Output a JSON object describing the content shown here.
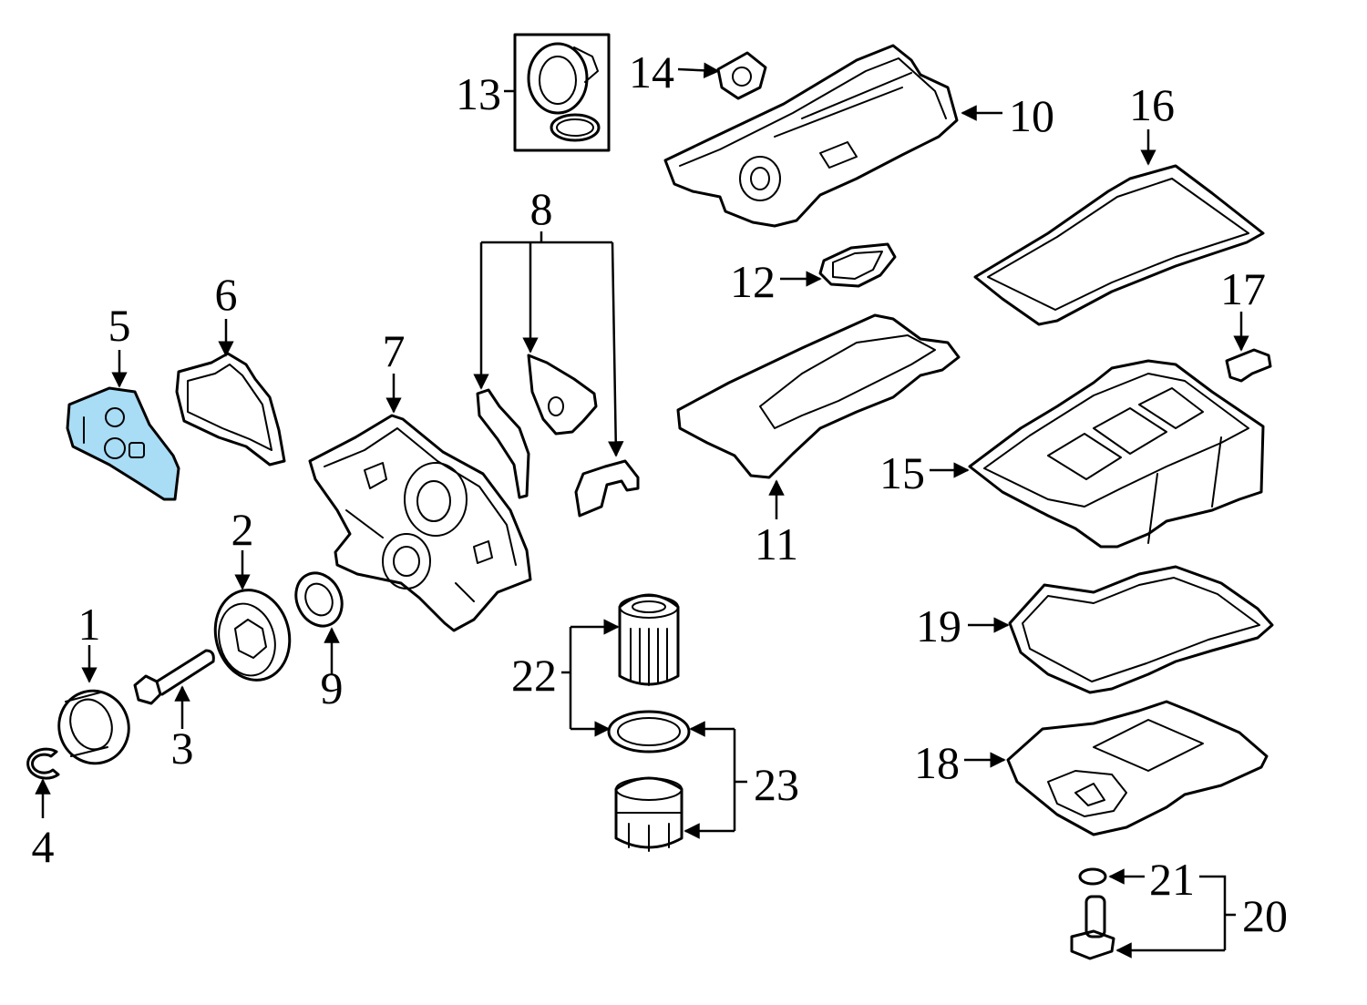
{
  "highlight_color": "#a9dcf5",
  "line_color": "#000000",
  "highlighted_part": "5",
  "callouts": [
    {
      "id": "c1",
      "label": "1"
    },
    {
      "id": "c2",
      "label": "2"
    },
    {
      "id": "c3",
      "label": "3"
    },
    {
      "id": "c4",
      "label": "4"
    },
    {
      "id": "c5",
      "label": "5"
    },
    {
      "id": "c6",
      "label": "6"
    },
    {
      "id": "c7",
      "label": "7"
    },
    {
      "id": "c8",
      "label": "8"
    },
    {
      "id": "c9",
      "label": "9"
    },
    {
      "id": "c10",
      "label": "10"
    },
    {
      "id": "c11",
      "label": "11"
    },
    {
      "id": "c12",
      "label": "12"
    },
    {
      "id": "c13",
      "label": "13"
    },
    {
      "id": "c14",
      "label": "14"
    },
    {
      "id": "c15",
      "label": "15"
    },
    {
      "id": "c16",
      "label": "16"
    },
    {
      "id": "c17",
      "label": "17"
    },
    {
      "id": "c18",
      "label": "18"
    },
    {
      "id": "c19",
      "label": "19"
    },
    {
      "id": "c20",
      "label": "20"
    },
    {
      "id": "c21",
      "label": "21"
    },
    {
      "id": "c22",
      "label": "22"
    },
    {
      "id": "c23",
      "label": "23"
    }
  ]
}
